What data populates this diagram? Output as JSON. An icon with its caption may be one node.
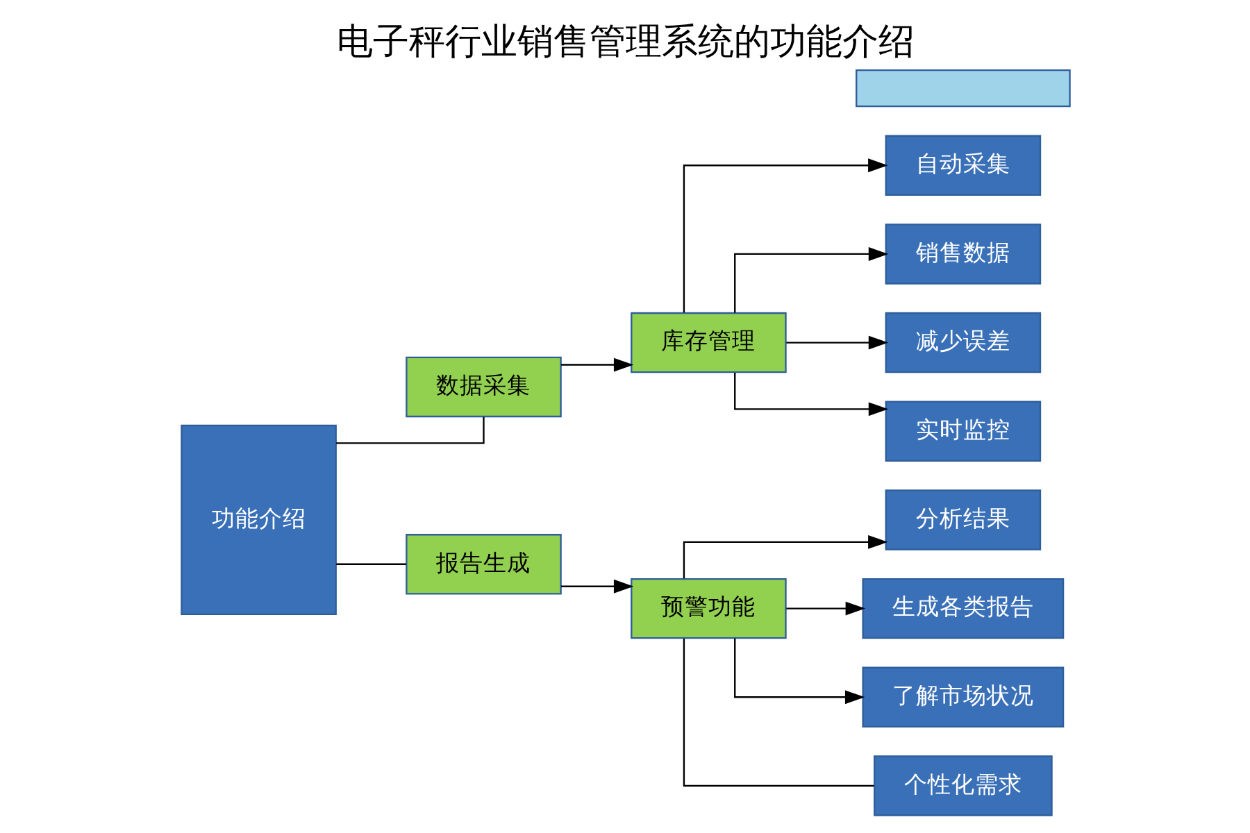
{
  "diagram": {
    "title": "电子秤行业销售管理系统的功能介绍",
    "nodes": [
      {
        "text": [
          "功能介绍"
        ]
      },
      {
        "text": [
          "数据采集"
        ]
      },
      {
        "text": [
          "报告生成"
        ]
      },
      {
        "text": [
          "库存管理"
        ]
      },
      {
        "text": [
          "预警功能"
        ]
      },
      {
        "text": [
          "自动采集"
        ]
      },
      {
        "text": [
          "销售数据"
        ]
      },
      {
        "text": [
          "减少误差"
        ]
      },
      {
        "text": [
          "分析结果"
        ]
      },
      {
        "text": [
          "生成各类报告"
        ]
      },
      {
        "text": [
          "了解市场状况"
        ]
      },
      {
        "text": [
          "实时监控"
        ]
      },
      {
        "text": [],
        "shape": "box"
      },
      {
        "text": [
          "个性化需求"
        ]
      }
    ],
    "edges": [
      {
        "from": 0,
        "to": 1,
        "arrow": "none"
      },
      {
        "from": 0,
        "to": 2,
        "arrow": "none"
      },
      {
        "from": 1,
        "to": 3,
        "arrow": "to"
      },
      {
        "from": 2,
        "to": 4,
        "arrow": "to"
      },
      {
        "from": 3,
        "to": 5,
        "arrow": "to"
      },
      {
        "from": 3,
        "to": 6,
        "arrow": "to"
      },
      {
        "from": 3,
        "to": 7,
        "arrow": "to"
      },
      {
        "from": 4,
        "to": 8,
        "arrow": "to"
      },
      {
        "from": 4,
        "to": 9,
        "arrow": "to"
      },
      {
        "from": 4,
        "to": 10,
        "arrow": "to"
      },
      {
        "from": 3,
        "to": 11,
        "arrow": "to"
      },
      {
        "from": 4,
        "to": 13,
        "arrow": "none"
      }
    ]
  }
}
